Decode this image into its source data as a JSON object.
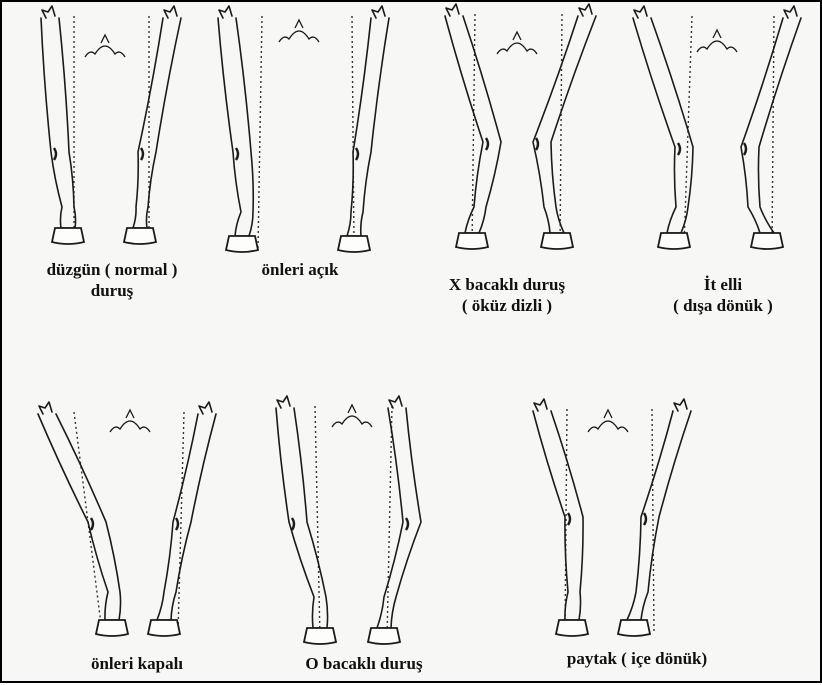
{
  "figures": [
    {
      "id": "normal",
      "caption_lines": [
        "düzgün ( normal )",
        "duruş"
      ]
    },
    {
      "id": "wide",
      "caption_lines": [
        "önleri açık"
      ]
    },
    {
      "id": "x-legged",
      "caption_lines": [
        "X bacaklı duruş",
        "( öküz dizli )"
      ]
    },
    {
      "id": "toed-out",
      "caption_lines": [
        "İt elli",
        "( dışa dönük )"
      ]
    },
    {
      "id": "narrow",
      "caption_lines": [
        "önleri kapalı"
      ]
    },
    {
      "id": "o-legged",
      "caption_lines": [
        "O bacaklı duruş"
      ]
    },
    {
      "id": "toed-in",
      "caption_lines": [
        "paytak ( içe dönük)"
      ]
    }
  ]
}
